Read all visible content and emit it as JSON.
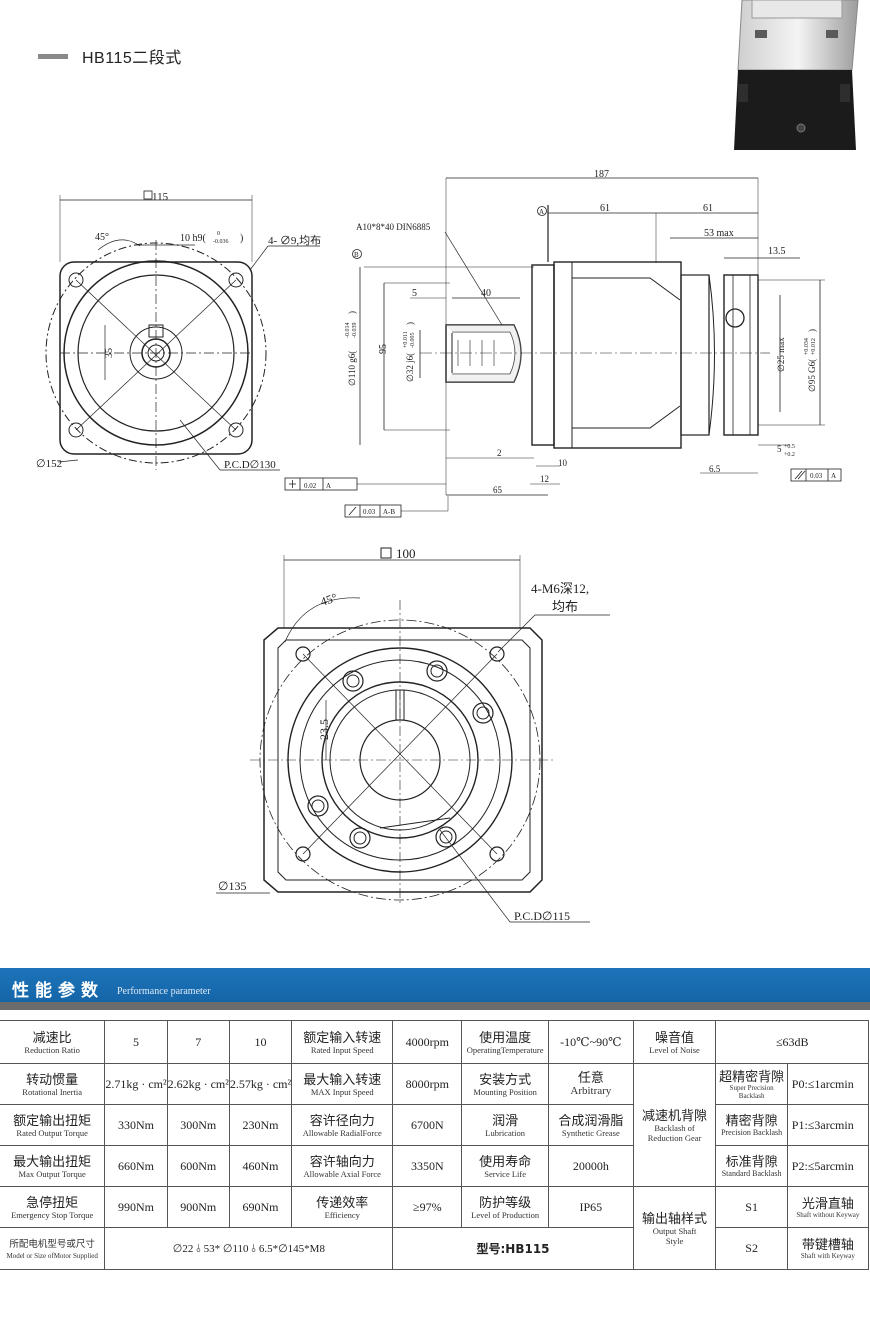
{
  "header": {
    "title": "HB115二段式"
  },
  "drawing_side": {
    "flange_square": "115",
    "chamfer_angle": "45°",
    "keyway_tol": "10 h9(",
    "keyway_tol_upper": "0",
    "keyway_tol_lower": "-0.036",
    "keyway_close": ")",
    "holes_note": "4- ∅9,均布",
    "key_height": "35",
    "outer_dia": "∅152",
    "pcd": "P.C.D∅130"
  },
  "drawing_front": {
    "overall_length": "187",
    "datum_a": "A",
    "datum_b": "B",
    "dim_61_a": "61",
    "dim_61_b": "61",
    "dim_53max": "53 max",
    "dim_13_5": "13.5",
    "key_spec": "A10*8*40 DIN6885",
    "dim_5": "5",
    "dim_40": "40",
    "dim_95": "95",
    "shaft_dia": "∅110 g6(",
    "shaft_tol_upper": "-0.014",
    "shaft_tol_lower": "-0.039",
    "shaft_close": ")",
    "inner_dia": "∅32 j6(",
    "inner_tol_upper": "+0.011",
    "inner_tol_lower": "-0.005",
    "inner_close": ")",
    "dim_25max": "∅25 max",
    "bore_dia": "∅95 G6(",
    "bore_tol_upper": "+0.034",
    "bore_tol_lower": "+0.012",
    "bore_close": ")",
    "dim_2": "2",
    "dim_10": "10",
    "dim_12": "12",
    "dim_65": "65",
    "dim_6_5": "6.5",
    "dim_5_tol": "5",
    "dim_5_tol_upper": "+0.5",
    "dim_5_tol_lower": "+0.2",
    "tol_perp_value": "0.02",
    "tol_perp_datum": "A",
    "tol_runout_value": "0.03",
    "tol_runout_datum": "A-B",
    "tol_right_value": "0.03",
    "tol_right_datum": "A"
  },
  "drawing_input": {
    "square": "100",
    "angle": "45°",
    "thread_note_1": "4-M6深12,",
    "thread_note_2": "均布",
    "key_dim": "23.5",
    "outer_dia": "∅135",
    "pcd": "P.C.D∅115"
  },
  "section": {
    "title": "性能参数",
    "subtitle": "Performance parameter"
  },
  "table": {
    "r1": {
      "a_cn": "减速比",
      "a_en": "Reduction Ratio",
      "v5": "5",
      "v7": "7",
      "v10": "10",
      "b_cn": "额定输入转速",
      "b_en": "Rated Input Speed",
      "b_val": "4000rpm",
      "c_cn": "使用温度",
      "c_en": "OperatingTemperature",
      "c_val": "-10℃~90℃",
      "d_cn": "噪音值",
      "d_en": "Level of Noise",
      "d_val": "≤63dB"
    },
    "r2": {
      "a_cn": "转动惯量",
      "a_en": "Rotational Inertia",
      "v5": "2.71kg · cm²",
      "v7": "2.62kg · cm²",
      "v10": "2.57kg · cm²",
      "b_cn": "最大输入转速",
      "b_en": "MAX Input Speed",
      "b_val": "8000rpm",
      "c_cn": "安装方式",
      "c_en": "Mounting Position",
      "c_val": "任意",
      "c_val_en": "Arbitrary",
      "e_cn": "超精密背隙",
      "e_en": "Super Precision Backlash",
      "e_val": "P0:≤1arcmin"
    },
    "r3": {
      "a_cn": "额定输出扭矩",
      "a_en": "Rated Output Torque",
      "v5": "330Nm",
      "v7": "300Nm",
      "v10": "230Nm",
      "b_cn": "容许径向力",
      "b_en": "Allowable RadialForce",
      "b_val": "6700N",
      "c_cn": "润滑",
      "c_en": "Lubrication",
      "c_val": "合成润滑脂",
      "c_val_en": "Synthetic Grease",
      "d_cn": "减速机背隙",
      "d_en": "Backlash of Reduction Gear",
      "e_cn": "精密背隙",
      "e_en": "Precision Backlash",
      "e_val": "P1:≤3arcmin"
    },
    "r4": {
      "a_cn": "最大输出扭矩",
      "a_en": "Max Output Torque",
      "v5": "660Nm",
      "v7": "600Nm",
      "v10": "460Nm",
      "b_cn": "容许轴向力",
      "b_en": "Allowable Axial Force",
      "b_val": "3350N",
      "c_cn": "使用寿命",
      "c_en": "Service Life",
      "c_val": "20000h",
      "e_cn": "标准背隙",
      "e_en": "Standard Backlash",
      "e_val": "P2:≤5arcmin"
    },
    "r5": {
      "a_cn": "急停扭矩",
      "a_en": "Emergency Stop Torque",
      "v5": "990Nm",
      "v7": "900Nm",
      "v10": "690Nm",
      "b_cn": "传递效率",
      "b_en": "Efficiency",
      "b_val": "≥97%",
      "c_cn": "防护等级",
      "c_en": "Level of Production",
      "c_val": "IP65",
      "d_cn": "输出轴样式",
      "d_en": "Output Shaft Style",
      "e_cn": "S1",
      "e_val": "光滑直轴",
      "e_val_en": "Shaft without Keyway"
    },
    "r6": {
      "a_cn": "所配电机型号或尺寸",
      "a_en": "Model or Size ofMotor Supplied",
      "motor": "∅22 ⫰ 53* ∅110 ⫰ 6.5*∅145*M8",
      "model": "型号:HB115",
      "e_cn": "S2",
      "e_val": "带键槽轴",
      "e_val_en": "Shaft with Keyway"
    }
  }
}
